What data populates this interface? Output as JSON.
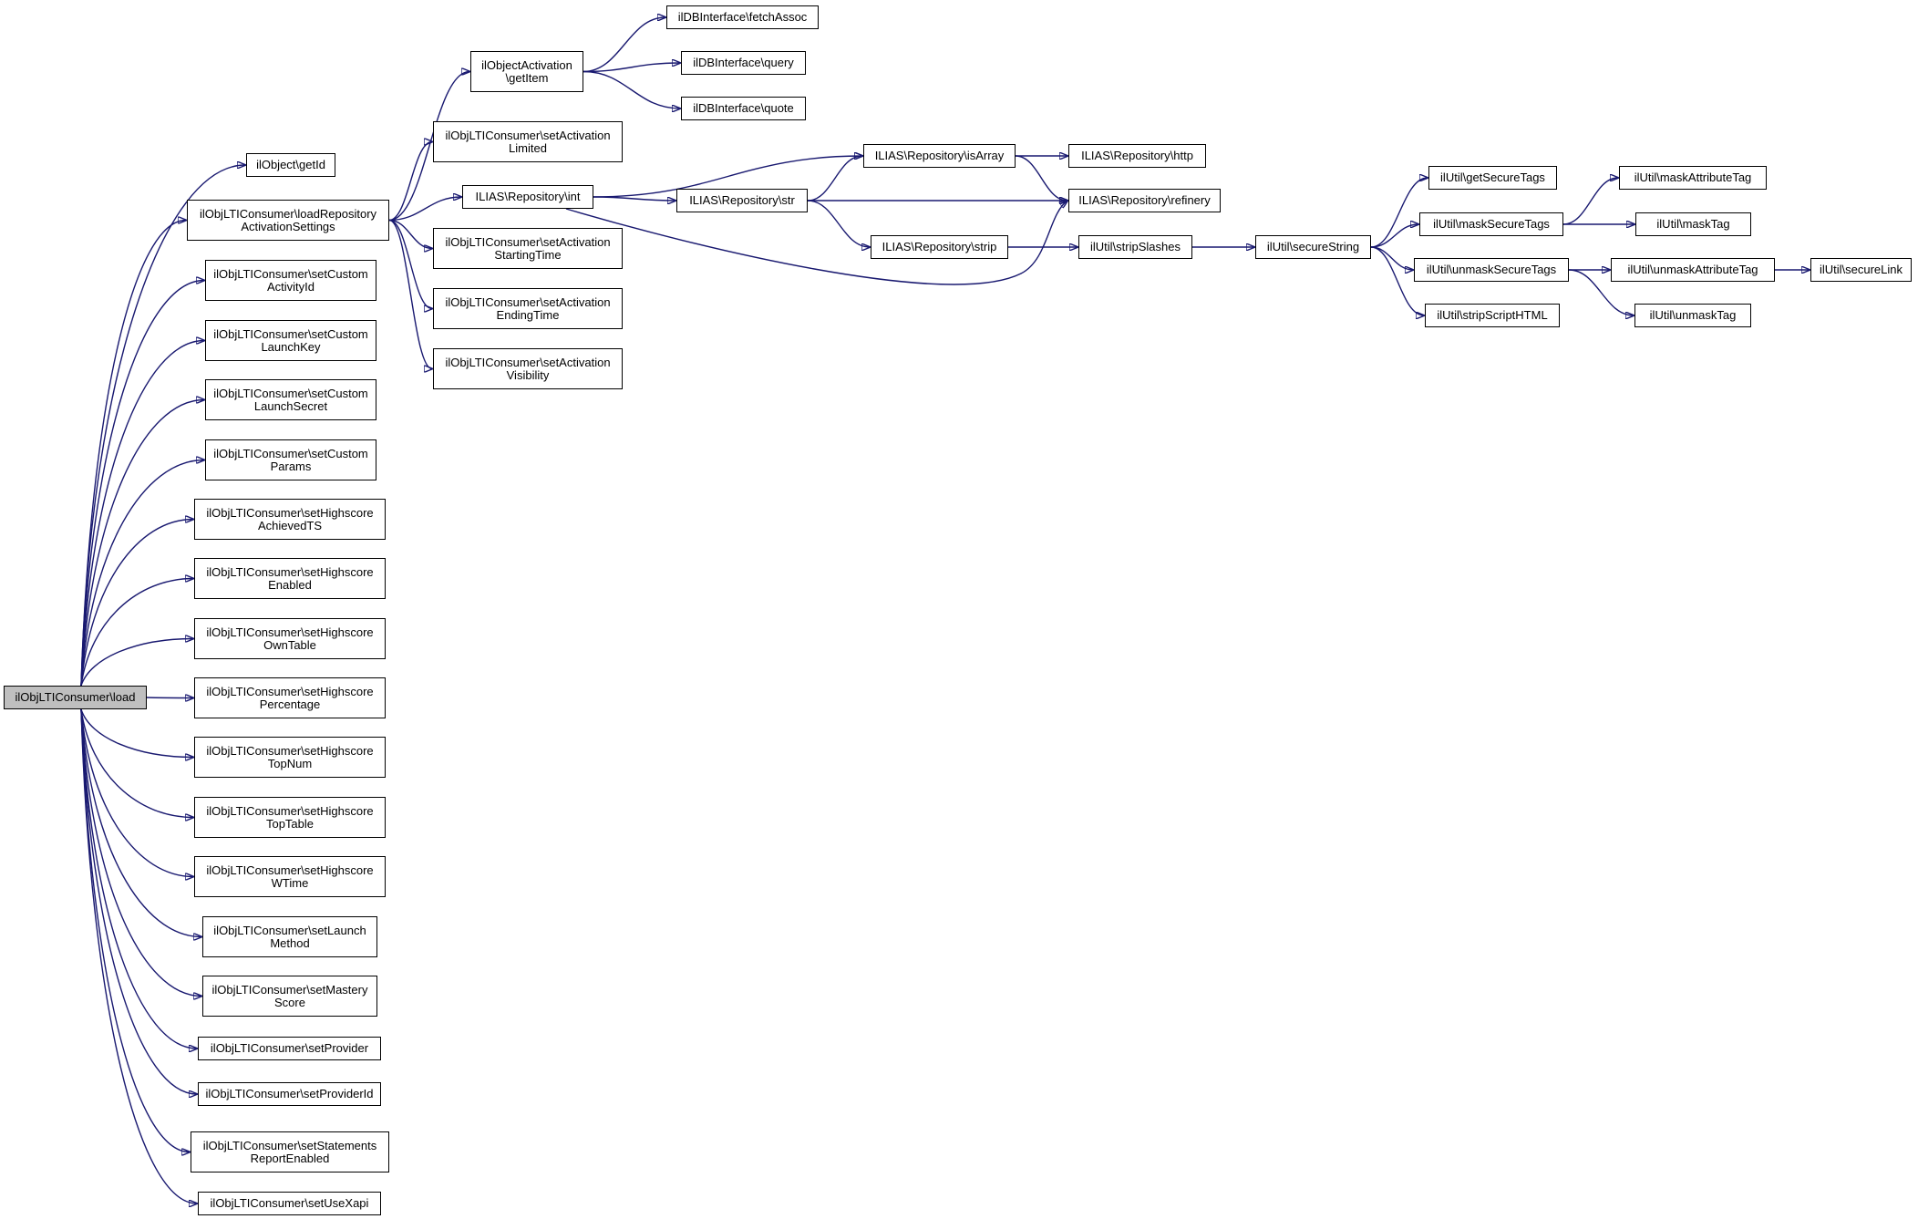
{
  "nodes": [
    {
      "id": "load",
      "label": "ilObjLTIConsumer\\load",
      "root": true
    },
    {
      "id": "getId",
      "label": "ilObject\\getId"
    },
    {
      "id": "loadRepo",
      "label": "ilObjLTIConsumer\\loadRepository\nActivationSettings"
    },
    {
      "id": "setCustomActivityId",
      "label": "ilObjLTIConsumer\\setCustom\nActivityId"
    },
    {
      "id": "setCustomLaunchKey",
      "label": "ilObjLTIConsumer\\setCustom\nLaunchKey"
    },
    {
      "id": "setCustomLaunchSecret",
      "label": "ilObjLTIConsumer\\setCustom\nLaunchSecret"
    },
    {
      "id": "setCustomParams",
      "label": "ilObjLTIConsumer\\setCustom\nParams"
    },
    {
      "id": "setHighscoreAchievedTS",
      "label": "ilObjLTIConsumer\\setHighscore\nAchievedTS"
    },
    {
      "id": "setHighscoreEnabled",
      "label": "ilObjLTIConsumer\\setHighscore\nEnabled"
    },
    {
      "id": "setHighscoreOwnTable",
      "label": "ilObjLTIConsumer\\setHighscore\nOwnTable"
    },
    {
      "id": "setHighscorePercentage",
      "label": "ilObjLTIConsumer\\setHighscore\nPercentage"
    },
    {
      "id": "setHighscoreTopNum",
      "label": "ilObjLTIConsumer\\setHighscore\nTopNum"
    },
    {
      "id": "setHighscoreTopTable",
      "label": "ilObjLTIConsumer\\setHighscore\nTopTable"
    },
    {
      "id": "setHighscoreWTime",
      "label": "ilObjLTIConsumer\\setHighscore\nWTime"
    },
    {
      "id": "setLaunchMethod",
      "label": "ilObjLTIConsumer\\setLaunch\nMethod"
    },
    {
      "id": "setMasteryScore",
      "label": "ilObjLTIConsumer\\setMastery\nScore"
    },
    {
      "id": "setProvider",
      "label": "ilObjLTIConsumer\\setProvider"
    },
    {
      "id": "setProviderId",
      "label": "ilObjLTIConsumer\\setProviderId"
    },
    {
      "id": "setStatementsReportEnabled",
      "label": "ilObjLTIConsumer\\setStatements\nReportEnabled"
    },
    {
      "id": "setUseXapi",
      "label": "ilObjLTIConsumer\\setUseXapi"
    },
    {
      "id": "getItem",
      "label": "ilObjectActivation\n\\getItem"
    },
    {
      "id": "setActivationLimited",
      "label": "ilObjLTIConsumer\\setActivation\nLimited"
    },
    {
      "id": "repoInt",
      "label": "ILIAS\\Repository\\int"
    },
    {
      "id": "setActivationStartingTime",
      "label": "ilObjLTIConsumer\\setActivation\nStartingTime"
    },
    {
      "id": "setActivationEndingTime",
      "label": "ilObjLTIConsumer\\setActivation\nEndingTime"
    },
    {
      "id": "setActivationVisibility",
      "label": "ilObjLTIConsumer\\setActivation\nVisibility"
    },
    {
      "id": "fetchAssoc",
      "label": "ilDBInterface\\fetchAssoc"
    },
    {
      "id": "query",
      "label": "ilDBInterface\\query"
    },
    {
      "id": "quote",
      "label": "ilDBInterface\\quote"
    },
    {
      "id": "repoStr",
      "label": "ILIAS\\Repository\\str"
    },
    {
      "id": "isArray",
      "label": "ILIAS\\Repository\\isArray"
    },
    {
      "id": "repoStrip",
      "label": "ILIAS\\Repository\\strip"
    },
    {
      "id": "repoHttp",
      "label": "ILIAS\\Repository\\http"
    },
    {
      "id": "refinery",
      "label": "ILIAS\\Repository\\refinery"
    },
    {
      "id": "stripSlashes",
      "label": "ilUtil\\stripSlashes"
    },
    {
      "id": "secureString",
      "label": "ilUtil\\secureString"
    },
    {
      "id": "getSecureTags",
      "label": "ilUtil\\getSecureTags"
    },
    {
      "id": "maskSecureTags",
      "label": "ilUtil\\maskSecureTags"
    },
    {
      "id": "unmaskSecureTags",
      "label": "ilUtil\\unmaskSecureTags"
    },
    {
      "id": "stripScriptHTML",
      "label": "ilUtil\\stripScriptHTML"
    },
    {
      "id": "maskAttributeTag",
      "label": "ilUtil\\maskAttributeTag"
    },
    {
      "id": "maskTag",
      "label": "ilUtil\\maskTag"
    },
    {
      "id": "unmaskAttributeTag",
      "label": "ilUtil\\unmaskAttributeTag"
    },
    {
      "id": "unmaskTag",
      "label": "ilUtil\\unmaskTag"
    },
    {
      "id": "secureLink",
      "label": "ilUtil\\secureLink"
    }
  ],
  "edges": [
    {
      "from": "load",
      "to": "getId"
    },
    {
      "from": "load",
      "to": "loadRepo"
    },
    {
      "from": "load",
      "to": "setCustomActivityId"
    },
    {
      "from": "load",
      "to": "setCustomLaunchKey"
    },
    {
      "from": "load",
      "to": "setCustomLaunchSecret"
    },
    {
      "from": "load",
      "to": "setCustomParams"
    },
    {
      "from": "load",
      "to": "setHighscoreAchievedTS"
    },
    {
      "from": "load",
      "to": "setHighscoreEnabled"
    },
    {
      "from": "load",
      "to": "setHighscoreOwnTable"
    },
    {
      "from": "load",
      "to": "setHighscorePercentage"
    },
    {
      "from": "load",
      "to": "setHighscoreTopNum"
    },
    {
      "from": "load",
      "to": "setHighscoreTopTable"
    },
    {
      "from": "load",
      "to": "setHighscoreWTime"
    },
    {
      "from": "load",
      "to": "setLaunchMethod"
    },
    {
      "from": "load",
      "to": "setMasteryScore"
    },
    {
      "from": "load",
      "to": "setProvider"
    },
    {
      "from": "load",
      "to": "setProviderId"
    },
    {
      "from": "load",
      "to": "setStatementsReportEnabled"
    },
    {
      "from": "load",
      "to": "setUseXapi"
    },
    {
      "from": "loadRepo",
      "to": "getItem"
    },
    {
      "from": "loadRepo",
      "to": "setActivationLimited"
    },
    {
      "from": "loadRepo",
      "to": "repoInt"
    },
    {
      "from": "loadRepo",
      "to": "setActivationStartingTime"
    },
    {
      "from": "loadRepo",
      "to": "setActivationEndingTime"
    },
    {
      "from": "loadRepo",
      "to": "setActivationVisibility"
    },
    {
      "from": "getItem",
      "to": "fetchAssoc"
    },
    {
      "from": "getItem",
      "to": "query"
    },
    {
      "from": "getItem",
      "to": "quote"
    },
    {
      "from": "repoInt",
      "to": "isArray"
    },
    {
      "from": "repoInt",
      "to": "repoStr"
    },
    {
      "from": "repoInt",
      "to": "refinery"
    },
    {
      "from": "repoStr",
      "to": "isArray"
    },
    {
      "from": "repoStr",
      "to": "refinery"
    },
    {
      "from": "repoStr",
      "to": "repoStrip"
    },
    {
      "from": "isArray",
      "to": "repoHttp"
    },
    {
      "from": "isArray",
      "to": "refinery"
    },
    {
      "from": "repoStrip",
      "to": "stripSlashes"
    },
    {
      "from": "stripSlashes",
      "to": "secureString"
    },
    {
      "from": "secureString",
      "to": "getSecureTags"
    },
    {
      "from": "secureString",
      "to": "maskSecureTags"
    },
    {
      "from": "secureString",
      "to": "unmaskSecureTags"
    },
    {
      "from": "secureString",
      "to": "stripScriptHTML"
    },
    {
      "from": "maskSecureTags",
      "to": "maskAttributeTag"
    },
    {
      "from": "maskSecureTags",
      "to": "maskTag"
    },
    {
      "from": "unmaskSecureTags",
      "to": "unmaskAttributeTag"
    },
    {
      "from": "unmaskSecureTags",
      "to": "unmaskTag"
    },
    {
      "from": "unmaskAttributeTag",
      "to": "secureLink"
    }
  ],
  "colors": {
    "edge": "#191970",
    "node_border": "#000000",
    "node_fill": "#ffffff",
    "root_fill": "#bfbfbf"
  }
}
